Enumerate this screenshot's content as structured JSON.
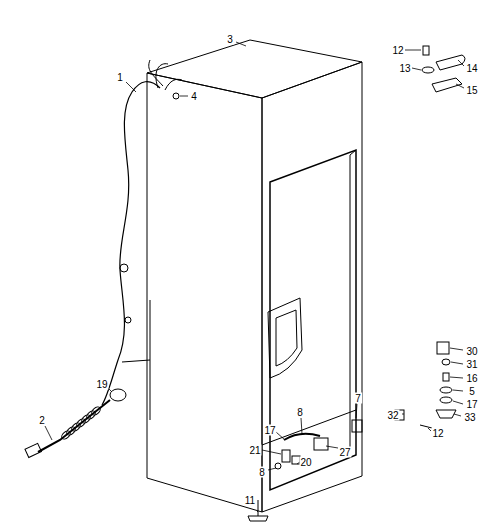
{
  "diagram": {
    "labels": [
      "1",
      "3",
      "4",
      "12",
      "13",
      "14",
      "15",
      "19",
      "2",
      "30",
      "31",
      "16",
      "5",
      "17",
      "33",
      "32",
      "7",
      "27",
      "12",
      "17",
      "21",
      "8",
      "20",
      "8",
      "11"
    ]
  }
}
